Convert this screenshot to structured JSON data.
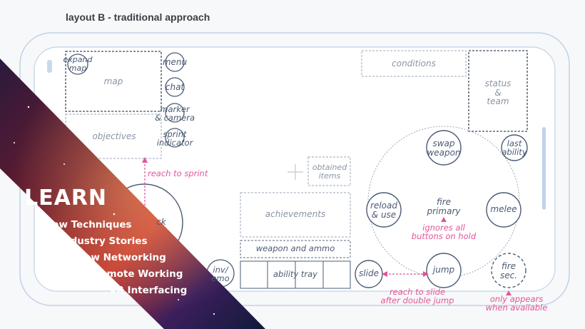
{
  "title": "layout B - traditional approach",
  "elements": {
    "expand_map": "expand\nmap",
    "map": "map",
    "menu": "menu",
    "chat": "chat",
    "marker_camera": "marker\n& camera",
    "sprint_indicator": "sprint\nindicator",
    "objectives": "objectives",
    "conditions": "conditions",
    "status_team": "status\n&\nteam",
    "obtained_items": "obtained\nitems",
    "achievements": "achievements",
    "weapon_and_ammo": "weapon and ammo",
    "ability_tray": "ability tray",
    "inv_emo": "inv/\nemo",
    "stick": "ck",
    "swap_weapon": "swap\nweapon",
    "last_ability": "last\nability",
    "reload_use": "reload\n& use",
    "fire_primary": "fire\nprimary",
    "melee": "melee",
    "jump": "jump",
    "fire_sec": "fire\nsec.",
    "slide": "slide"
  },
  "annotations": {
    "reach_to_sprint": "reach to sprint",
    "ignores_all": "ignores all\nbuttons on hold",
    "reach_to_slide": "reach to slide\nafter double jump",
    "only_appears": "only appears\nwhen available"
  },
  "banner": {
    "heading": "LEARN",
    "items": [
      "New Techniques",
      "Industry Stories",
      "New Networking",
      "Remote Working",
      "VR Interfacing"
    ]
  },
  "colors": {
    "outline": "#bfd3ea",
    "button": "#4a5b74",
    "pink": "#e0559a"
  }
}
